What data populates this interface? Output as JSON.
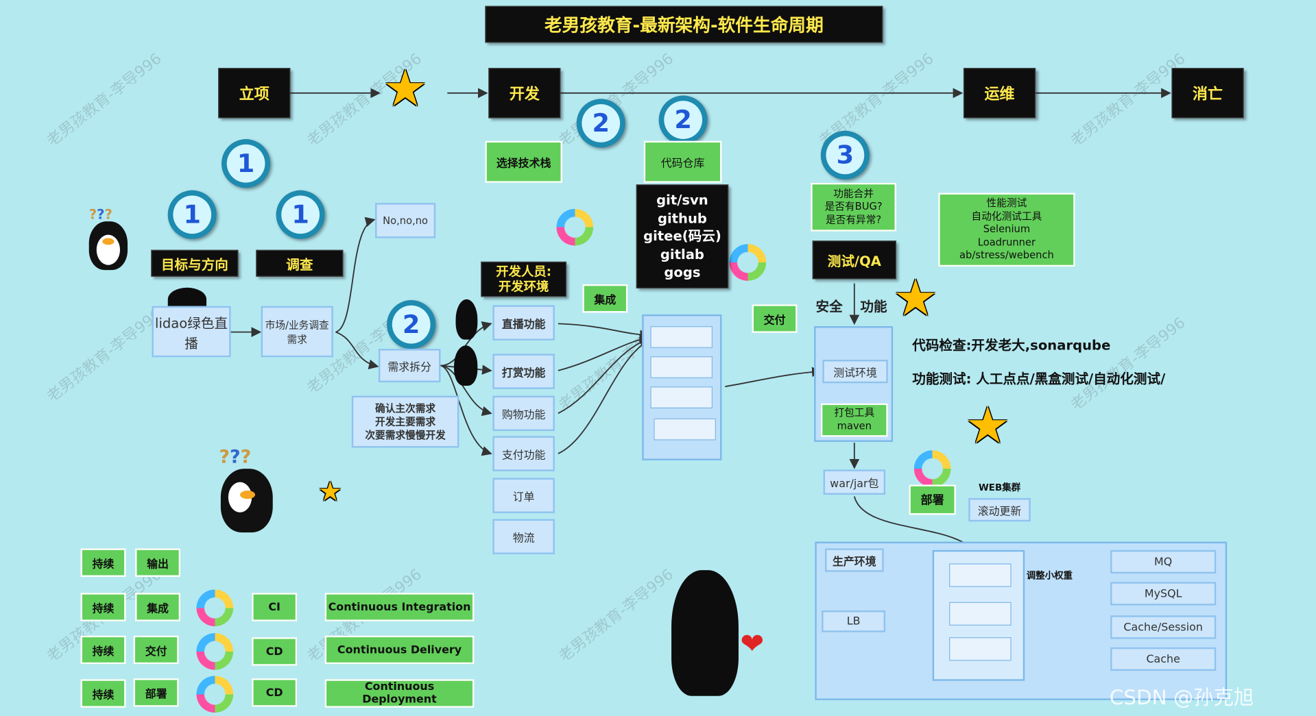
{
  "title": "老男孩教育-最新架构-软件生命周期",
  "watermark": "老男孩教育-李导996",
  "credit": "CSDN @孙克旭",
  "stages": [
    "立项",
    "开发",
    "运维",
    "消亡"
  ],
  "badges": {
    "one": "1",
    "two": "2",
    "three": "3"
  },
  "phase1": {
    "goal": "目标与方向",
    "research": "调查",
    "product": "lidao绿色直播",
    "market": "市场/业务调查需求",
    "nono": "No,no,no",
    "split": "需求拆分",
    "priority": "确认主次需求\n开发主要需求\n次要需求慢慢开发"
  },
  "phase2": {
    "stack": "选择技术栈",
    "repo": "代码仓库",
    "repo_tools": [
      "git/svn",
      "github",
      "gitee(码云)",
      "gitlab",
      "gogs"
    ],
    "devs": "开发人员:\n开发环境",
    "integrate": "集成",
    "deliver": "交付",
    "features": [
      "直播功能",
      "打赏功能",
      "购物功能",
      "支付功能",
      "订单",
      "物流"
    ]
  },
  "phase3": {
    "merge": "功能合并\n是否有BUG?\n是否有异常?",
    "qa": "测试/QA",
    "security": "安全",
    "function": "功能",
    "test_env": "测试环境",
    "build_tool": "打包工具\nmaven",
    "artifact": "war/jar包",
    "perf": "性能测试\n自动化测试工具\nSelenium\nLoadrunner\nab/stress/webench",
    "code_check": "代码检查:开发老大,sonarqube",
    "func_test": "功能测试: 人工点点/黑盒测试/自动化测试/",
    "deploy": "部署",
    "web_cluster": "WEB集群",
    "rolling": "滚动更新"
  },
  "prod": {
    "title": "生产环境",
    "lb": "LB",
    "weight": "调整小权重",
    "services": [
      "MQ",
      "MySQL",
      "Cache/Session",
      "Cache"
    ]
  },
  "legend": {
    "rows": [
      {
        "a": "持续",
        "b": "输出",
        "abbr": "",
        "full": ""
      },
      {
        "a": "持续",
        "b": "集成",
        "abbr": "CI",
        "full": "Continuous Integration"
      },
      {
        "a": "持续",
        "b": "交付",
        "abbr": "CD",
        "full": "Continuous  Delivery"
      },
      {
        "a": "持续",
        "b": "部署",
        "abbr": "CD",
        "full": "Continuous  Deployment"
      }
    ]
  },
  "colors": {
    "background": "#b4e9f0",
    "green": "#62cf5a",
    "blue_box": "#cde6fb",
    "title_text": "#ffe94d"
  }
}
